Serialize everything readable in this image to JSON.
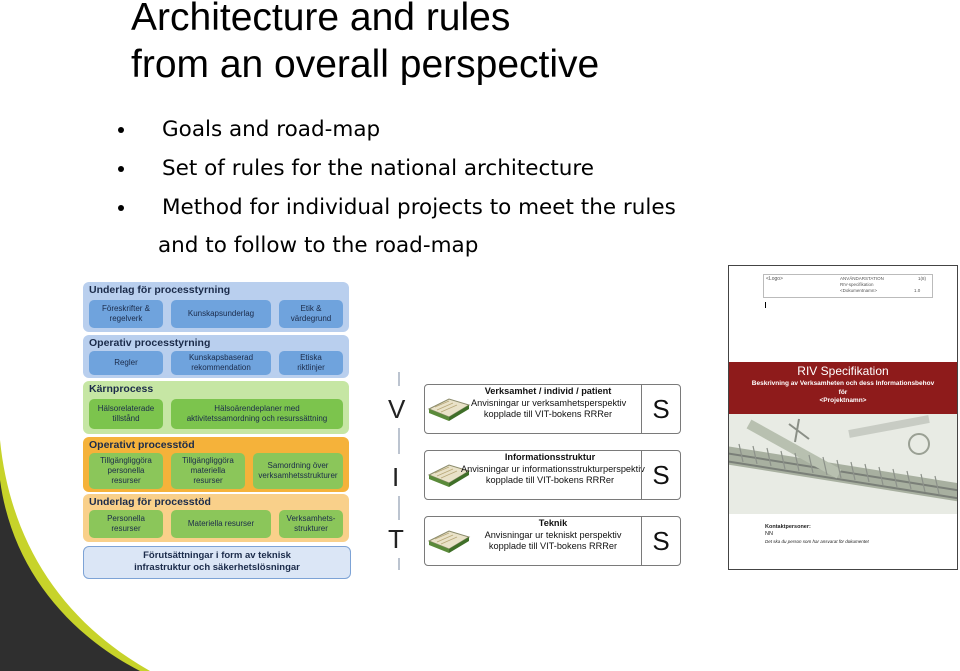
{
  "title_lines": [
    "Architecture and rules",
    "from an overall perspective"
  ],
  "bullets": [
    "Goals and road-map",
    "Set of rules for the national architecture",
    "Method for individual projects to meet the rules",
    "and to follow to the road-map"
  ],
  "process_diagram": {
    "sections": [
      {
        "title": "Underlag för processtyrning",
        "boxes": [
          "Föreskrifter &\nregelverk",
          "Kunskapsunderlag",
          "Etik &\nvärdegrund"
        ]
      },
      {
        "title": "Operativ processtyrning",
        "boxes": [
          "Regler",
          "Kunskapsbaserad\nrekommendation",
          "Etiska\nriktlinjer"
        ]
      },
      {
        "title": "Kärnprocess",
        "boxes": [
          "Hälsorelaterade\ntillstånd",
          "Hälsoärendeplaner med\naktivitetssamordning och resurssättning"
        ]
      },
      {
        "title": "Operativt processtöd",
        "boxes": [
          "Tillgängliggöra\npersonella\nresurser",
          "Tillgängliggöra\nmateriella\nresurser",
          "Samordning över\nverksamhetsstrukturer"
        ]
      },
      {
        "title": "Underlag för processtöd",
        "boxes": [
          "Personella\nresurser",
          "Materiella resurser",
          "Verksamhets-\nstrukturer"
        ]
      }
    ],
    "footer_lines": [
      "Förutsättningar i form av teknisk",
      "infrastruktur  och säkerhetslösningar"
    ]
  },
  "vit": {
    "letters": [
      "V",
      "I",
      "T"
    ],
    "s_label": "S",
    "rows": [
      {
        "lines": [
          "Verksamhet / individ / patient",
          "Anvisningar ur verksamhetsperspektiv",
          "kopplade till VIT-bokens RRRer"
        ]
      },
      {
        "lines": [
          "Informationsstruktur",
          "Anvisningar ur informationsstrukturperspektiv",
          "kopplade till VIT-bokens RRRer"
        ]
      },
      {
        "lines": [
          "Teknik",
          "Anvisningar ur tekniskt perspektiv",
          "kopplade till VIT-bokens RRRer"
        ]
      }
    ]
  },
  "riv_document": {
    "header_left": "<Logo>",
    "header_mid": [
      "ANVÄNDARSTATION",
      "RIV-specifikation"
    ],
    "header_right": "1(8)",
    "header_row2": "<Dokumentnamn>",
    "header_row2_right": "1.0",
    "heading": "RIV Specifikation",
    "subheading_lines": [
      "Beskrivning av Verksamheten och dess Informationsbehov",
      "för",
      "<Projektnamn>"
    ],
    "contact_label": "Kontaktpersoner:",
    "contact_name": "NN",
    "contact_note": "Det ska du person som har ansvarat för dokumentet",
    "colors": {
      "banner": "#8e1b1b"
    }
  }
}
